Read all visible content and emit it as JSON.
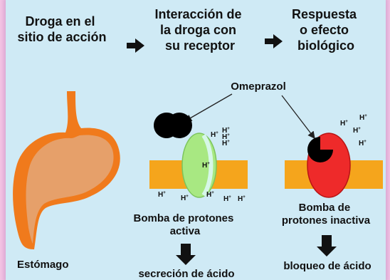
{
  "header": {
    "step1": [
      "Droga en el",
      "sitio de acción"
    ],
    "step2": [
      "Interacción de",
      "la droga con",
      "su receptor"
    ],
    "step3": [
      "Respuesta",
      "o efecto",
      "biológico"
    ]
  },
  "labels": {
    "drug": "Omeprazol",
    "stomach": "Estómago",
    "active_pump": [
      "Bomba de protones",
      "activa"
    ],
    "inactive_pump": [
      "Bomba de",
      "protones inactiva"
    ],
    "secretion": "secreción de ácido",
    "block": "bloqueo de ácido",
    "proton": "H",
    "proton_charge": "+"
  },
  "colors": {
    "background": "#cfeaf5",
    "frame": "#f4c4e4",
    "stomach_outer": "#f07a1c",
    "stomach_inner": "#e6a06a",
    "membrane": "#f5a51c",
    "active_pump": "#a8e882",
    "inactive_pump": "#ee2a2a",
    "drug": "#000000"
  }
}
